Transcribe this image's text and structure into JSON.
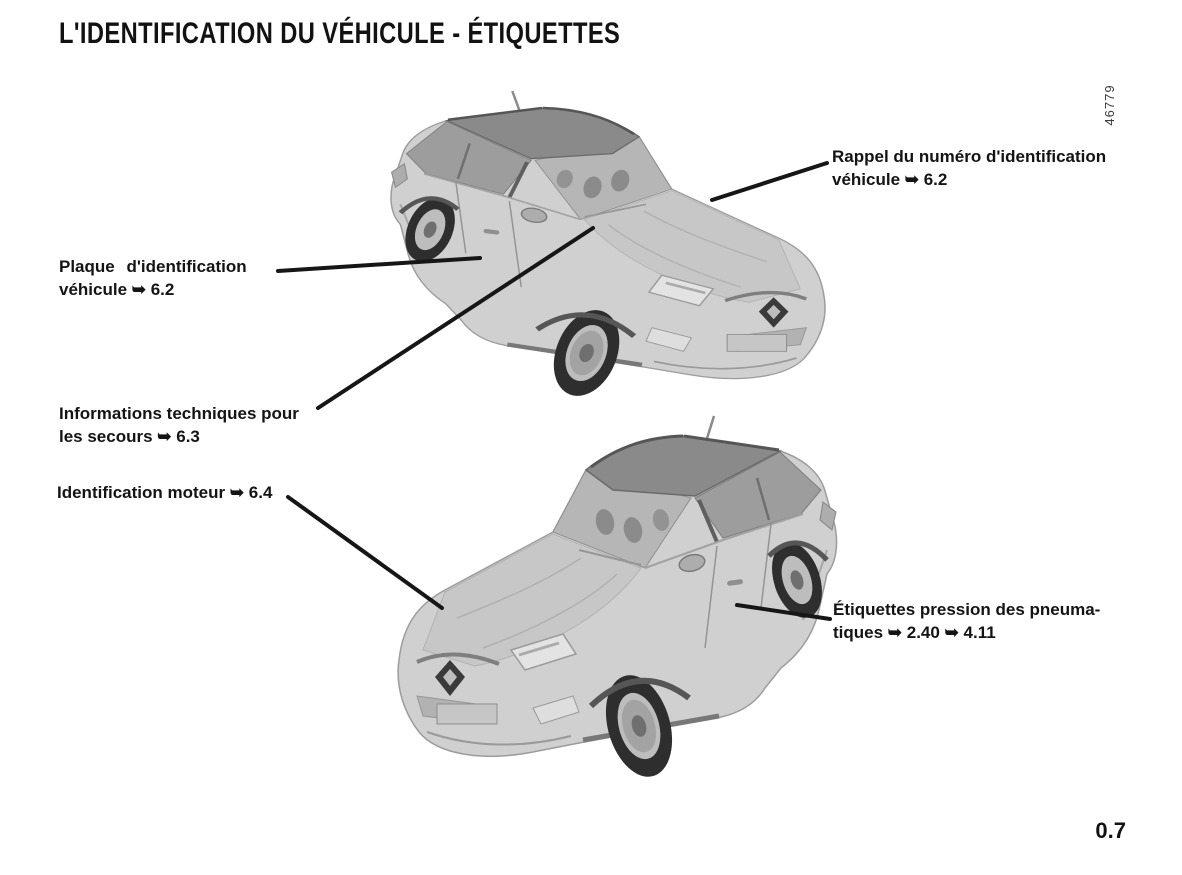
{
  "page": {
    "title": "L'IDENTIFICATION DU VÉHICULE - ÉTIQUETTES",
    "figure_number": "46779",
    "page_number": "0.7"
  },
  "colors": {
    "text": "#141414",
    "leader_line": "#161616",
    "car_body": "#d0d0d0",
    "car_roof": "#8a8a8a",
    "tire": "#2e2e2e"
  },
  "callouts": {
    "rappel": {
      "lines": [
        "Rappel du numéro d'identification",
        "véhicule ➥ 6.2"
      ]
    },
    "plaque": {
      "lines": [
        "Plaque d'identification",
        "véhicule ➥ 6.2"
      ]
    },
    "infos": {
      "lines": [
        "Informations techniques pour",
        "les secours ➥ 6.3"
      ]
    },
    "moteur": {
      "lines": [
        "Identification moteur ➥ 6.4"
      ]
    },
    "pneus": {
      "lines": [
        "Étiquettes pression des pneuma-",
        "tiques ➥ 2.40 ➥ 4.11"
      ]
    }
  }
}
